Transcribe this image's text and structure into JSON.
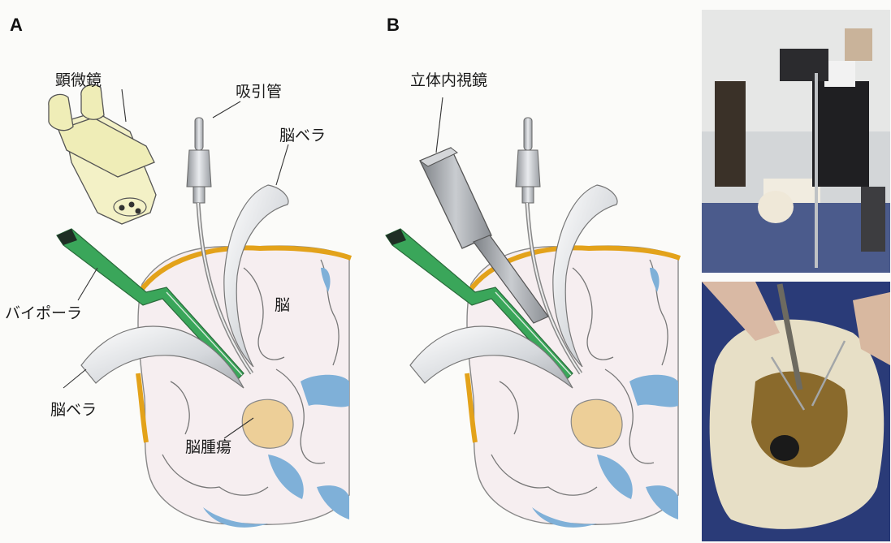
{
  "panels": {
    "a": {
      "letter": "A"
    },
    "b": {
      "letter": "B"
    }
  },
  "labels_a": {
    "microscope": "顕微鏡",
    "suction_tube": "吸引管",
    "brain_spatula_top": "脳ベラ",
    "brain": "脳",
    "bipolar": "バイポーラ",
    "brain_spatula_bottom": "脳ベラ",
    "brain_tumor": "脳腫瘍"
  },
  "labels_b": {
    "stereo_endoscope": "立体内視鏡"
  },
  "colors": {
    "brain": "#f6eef0",
    "ventricle": "#7fb0d8",
    "dura": "#e3a21a",
    "bipolar": "#3aa65a",
    "tumor": "#edcf98",
    "instrument": "#b9bcc0"
  }
}
